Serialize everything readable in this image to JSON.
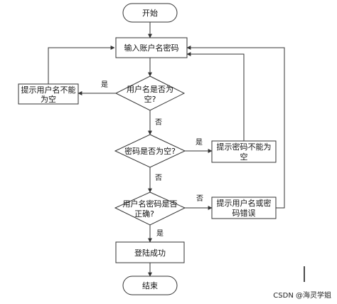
{
  "nodes": {
    "start": "开始",
    "input": "输入账户名密码",
    "check_user_empty": [
      "用户名是否为",
      "空?"
    ],
    "warn_user_empty": [
      "提示用户名不能",
      "为空"
    ],
    "check_pwd_empty": "密码是否为空?",
    "warn_pwd_empty": [
      "提示密码不能为",
      "空"
    ],
    "check_correct": [
      "用户名密码是否",
      "正确?"
    ],
    "warn_wrong": [
      "提示用户名或密",
      "码错误"
    ],
    "login_ok": "登陆成功",
    "end": "结束"
  },
  "edges": {
    "user_empty_yes": "是",
    "user_empty_no": "否",
    "pwd_empty_yes": "是",
    "pwd_empty_no": "否",
    "correct_no": "否",
    "correct_yes": "是"
  },
  "watermark": "CSDN @海灵学姐"
}
